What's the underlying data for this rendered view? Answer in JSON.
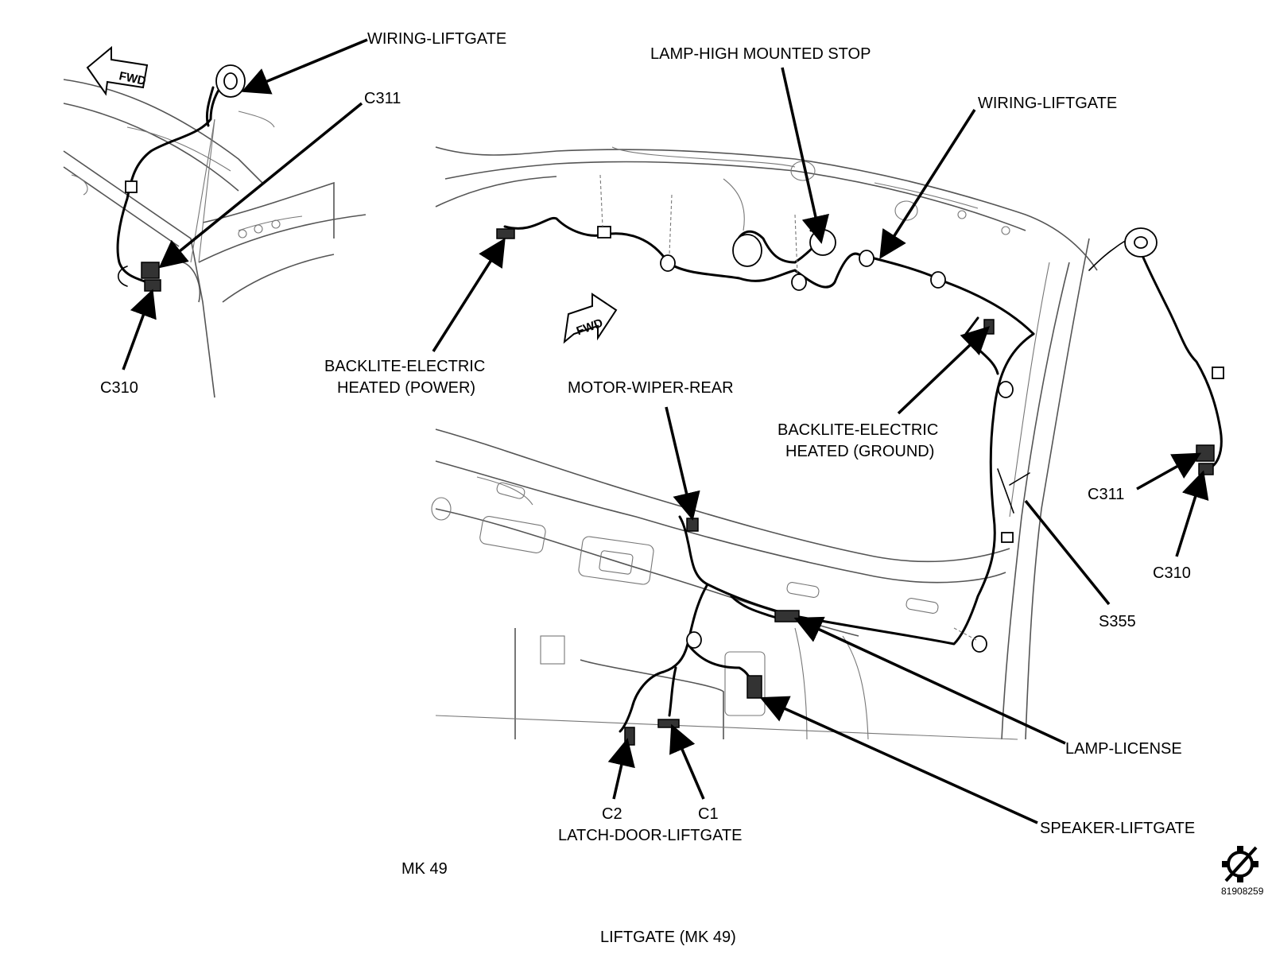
{
  "inset": {
    "fwd": "FWD",
    "labels": {
      "wiring_liftgate": "WIRING-LIFTGATE",
      "c311": "C311",
      "c310": "C310"
    }
  },
  "main": {
    "fwd": "FWD",
    "labels": {
      "lamp_high_mounted_stop": "LAMP-HIGH MOUNTED STOP",
      "wiring_liftgate": "WIRING-LIFTGATE",
      "backlite_power_line1": "BACKLITE-ELECTRIC",
      "backlite_power_line2": "HEATED (POWER)",
      "backlite_ground_line1": "BACKLITE-ELECTRIC",
      "backlite_ground_line2": "HEATED (GROUND)",
      "motor_wiper_rear": "MOTOR-WIPER-REAR",
      "c311": "C311",
      "c310": "C310",
      "s355": "S355",
      "lamp_license": "LAMP-LICENSE",
      "speaker_liftgate": "SPEAKER-LIFTGATE",
      "c2": "C2",
      "c1": "C1",
      "latch_door_liftgate": "LATCH-DOOR-LIFTGATE"
    }
  },
  "footer": {
    "mk": "MK 49",
    "caption": "LIFTGATE (MK 49)",
    "figure_id": "81908259",
    "service_icon": "gear-slash-icon"
  }
}
